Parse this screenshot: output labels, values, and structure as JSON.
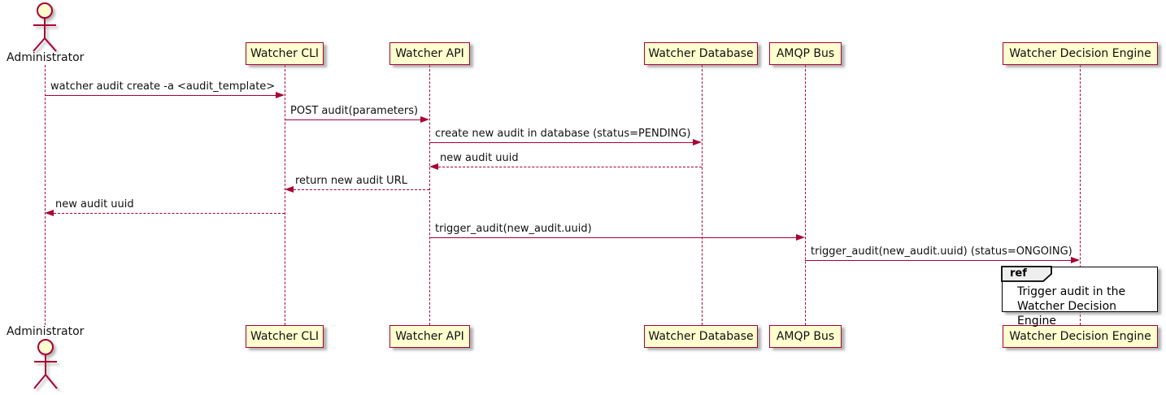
{
  "diagram": {
    "type": "sequence",
    "participants": [
      {
        "id": "administrator",
        "label": "Administrator",
        "kind": "actor"
      },
      {
        "id": "watcher-cli",
        "label": "Watcher CLI",
        "kind": "participant"
      },
      {
        "id": "watcher-api",
        "label": "Watcher API",
        "kind": "participant"
      },
      {
        "id": "watcher-database",
        "label": "Watcher Database",
        "kind": "participant"
      },
      {
        "id": "amqp-bus",
        "label": "AMQP Bus",
        "kind": "participant"
      },
      {
        "id": "watcher-decision-engine",
        "label": "Watcher Decision Engine",
        "kind": "participant"
      }
    ],
    "messages": [
      {
        "text": "watcher audit create -a <audit_template>",
        "from": "Administrator",
        "to": "Watcher CLI",
        "line": "solid"
      },
      {
        "text": "POST audit(parameters)",
        "from": "Watcher CLI",
        "to": "Watcher API",
        "line": "solid"
      },
      {
        "text": "create new audit in database (status=PENDING)",
        "from": "Watcher API",
        "to": "Watcher Database",
        "line": "solid"
      },
      {
        "text": "new audit uuid",
        "from": "Watcher Database",
        "to": "Watcher API",
        "line": "dashed"
      },
      {
        "text": "return new audit URL",
        "from": "Watcher API",
        "to": "Watcher CLI",
        "line": "dashed"
      },
      {
        "text": "new audit uuid",
        "from": "Watcher CLI",
        "to": "Administrator",
        "line": "dashed"
      },
      {
        "text": "trigger_audit(new_audit.uuid)",
        "from": "Watcher API",
        "to": "AMQP Bus",
        "line": "solid"
      },
      {
        "text": "trigger_audit(new_audit.uuid) (status=ONGOING)",
        "from": "AMQP Bus",
        "to": "Watcher Decision Engine",
        "line": "solid"
      }
    ],
    "ref": {
      "keyword": "ref",
      "line1": "Trigger audit in the",
      "line2": "Watcher Decision Engine",
      "over": "Watcher Decision Engine"
    },
    "colors": {
      "participant_fill": "#FEFECE",
      "participant_border": "#A80036",
      "arrow": "#A80036",
      "lifeline": "#A80036",
      "ref_border": "#000000",
      "ref_header_fill": "#EEEEEE",
      "background": "#FFFFFF"
    }
  }
}
